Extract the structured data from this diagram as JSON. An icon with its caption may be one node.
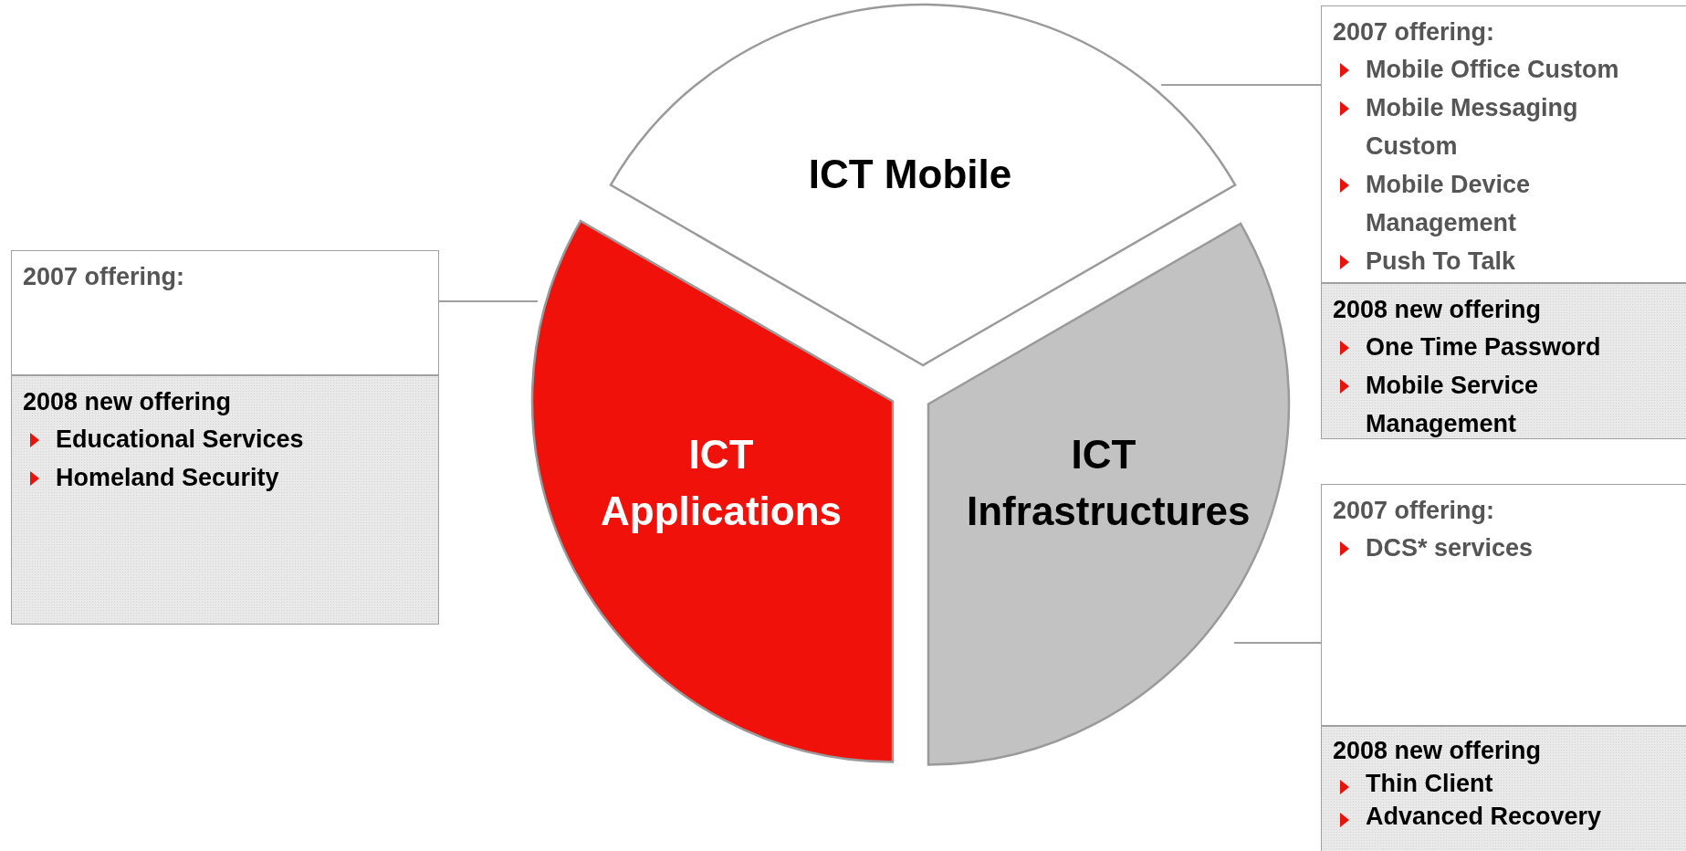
{
  "diagram": {
    "nodes": [
      {
        "text": [
          "ICT Mobile"
        ]
      },
      {
        "text": [
          "ICT Applications"
        ]
      },
      {
        "text": [
          "ICT Infrastructures"
        ]
      },
      {
        "text": [
          "2007 offering:"
        ]
      },
      {
        "text": [
          "2008 new offering",
          "Educational Services",
          "Homeland Security"
        ]
      },
      {
        "text": [
          "2007 offering:",
          "Mobile Office Custom",
          "Mobile Messaging Custom",
          "Mobile Device Management",
          "Push To Talk"
        ]
      },
      {
        "text": [
          "2008 new offering",
          "One Time Password",
          "Mobile Service Management"
        ]
      },
      {
        "text": [
          "2007 offering:",
          "DCS* services"
        ]
      },
      {
        "text": [
          "2008 new offering",
          "Thin Client",
          "Advanced Recovery"
        ]
      }
    ],
    "edges": [
      {
        "from": 3,
        "to": 1,
        "arrow": "none"
      },
      {
        "from": 5,
        "to": 0,
        "arrow": "none"
      },
      {
        "from": 7,
        "to": 2,
        "arrow": "none"
      }
    ]
  }
}
